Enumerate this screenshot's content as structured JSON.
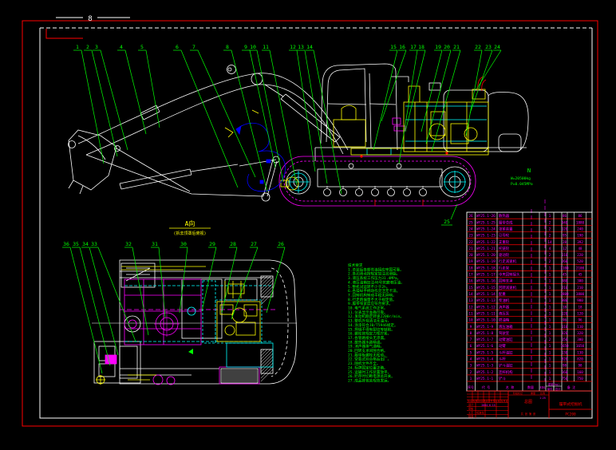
{
  "frame": {
    "top_marker": "8"
  },
  "callouts": {
    "top": [
      "1",
      "2",
      "3",
      "4",
      "5",
      "6",
      "7",
      "8",
      "9",
      "10",
      "11",
      "12",
      "13",
      "14",
      "15",
      "16",
      "17",
      "18",
      "19",
      "20",
      "21",
      "22",
      "23",
      "24"
    ],
    "track": "25",
    "bottom": [
      "36",
      "35",
      "34",
      "33",
      "32",
      "31",
      "30",
      "29",
      "28",
      "27",
      "26"
    ]
  },
  "section": {
    "title": "A向",
    "subtitle": "(拆去顶罩后俯视)"
  },
  "spec_note": {
    "symbol": "N",
    "lines": {
      "l1": "W=20500kg",
      "l2": "P=0.045MPa"
    }
  },
  "notes": [
    "技术要求",
    "1.总装后各部件连接应牢固可靠。",
    "2.各润滑点按规定加注润滑脂。",
    "3.液压系统工作压力31.4MPa。",
    "4.液压油箱加注46号抗磨液压油。",
    "5.整机试运转不少于2h。",
    "6.各操纵手柄动作灵活无卡滞。",
    "7.回转机构转动平稳无异响。",
    "8.行走跑偏量不大于规定值。",
    "9.履带张紧度应符合要求。",
    "10.电气系统工作正常。",
    "11.仪表显示准确可靠。",
    "12.发动机额定转速2200r/min。",
    "13.整机外观清洁无油污。",
    "14.涂漆符合JB/T5946规定。",
    "15.焊缝不得有裂纹等缺陷。",
    "16.螺栓按规定力矩拧紧。",
    "17.各管路接头无渗漏。",
    "18.散热器水路畅通。",
    "19.消声器排气通畅。",
    "20.回转支承间隙合格。",
    "21.履带板螺栓无松动。",
    "22.空载试验合格后出厂。",
    "23.随机文件齐全。",
    "24.标牌固定位置正确。",
    "25.运输时工作装置放平。",
    "26.贮存时切断电源总开关。",
    "27.成品按包装规范发运。"
  ],
  "bom": {
    "headers": {
      "no": "序号",
      "code": "代 号",
      "name": "名 称",
      "qty": "数量",
      "mat": "材料",
      "weight": "重量(kg)",
      "w1": "单件",
      "w2": "总计",
      "note": "备 注"
    },
    "rows": [
      {
        "no": "26",
        "code": "WY25.1-26",
        "name": "散热器",
        "qty": "1",
        "w1": "86",
        "w2": "86"
      },
      {
        "no": "25",
        "code": "WY25.1-25",
        "name": "履带总成",
        "qty": "2",
        "w1": "940",
        "w2": "1880"
      },
      {
        "no": "24",
        "code": "WY25.1-24",
        "name": "张紧装置",
        "qty": "2",
        "w1": "120",
        "w2": "240"
      },
      {
        "no": "23",
        "code": "WY25.1-23",
        "name": "引导轮",
        "qty": "2",
        "w1": "95",
        "w2": "190"
      },
      {
        "no": "22",
        "code": "WY25.1-22",
        "name": "支重轮",
        "qty": "14",
        "w1": "28",
        "w2": "392"
      },
      {
        "no": "21",
        "code": "WY25.1-21",
        "name": "托链轮",
        "qty": "4",
        "w1": "12",
        "w2": "48"
      },
      {
        "no": "20",
        "code": "WY25.1-20",
        "name": "驱动轮",
        "qty": "2",
        "w1": "110",
        "w2": "220"
      },
      {
        "no": "19",
        "code": "WY25.1-19",
        "name": "行走减速机",
        "qty": "2",
        "w1": "260",
        "w2": "520"
      },
      {
        "no": "18",
        "code": "WY25.1-18",
        "name": "行走架",
        "qty": "1",
        "w1": "2100",
        "w2": "2100"
      },
      {
        "no": "17",
        "code": "WY25.1-17",
        "name": "中央回转接头",
        "qty": "1",
        "w1": "45",
        "w2": "45"
      },
      {
        "no": "16",
        "code": "WY25.1-16",
        "name": "回转支承",
        "qty": "1",
        "w1": "380",
        "w2": "380"
      },
      {
        "no": "15",
        "code": "WY25.1-15",
        "name": "回转减速机",
        "qty": "1",
        "w1": "210",
        "w2": "210"
      },
      {
        "no": "14",
        "code": "WY25.1-14",
        "name": "配重",
        "qty": "1",
        "w1": "3800",
        "w2": "3800"
      },
      {
        "no": "13",
        "code": "WY25.1-13",
        "name": "柴油机",
        "qty": "1",
        "w1": "980",
        "w2": "980"
      },
      {
        "no": "12",
        "code": "WY25.1-12",
        "name": "消声器",
        "qty": "1",
        "w1": "18",
        "w2": "18"
      },
      {
        "no": "11",
        "code": "WY25.1-11",
        "name": "液压泵",
        "qty": "1",
        "w1": "120",
        "w2": "120"
      },
      {
        "no": "10",
        "code": "WY25.1-10",
        "name": "燃油箱",
        "qty": "1",
        "w1": "96",
        "w2": "96"
      },
      {
        "no": "9",
        "code": "WY25.1-9",
        "name": "液压油箱",
        "qty": "1",
        "w1": "110",
        "w2": "110"
      },
      {
        "no": "8",
        "code": "WY25.1-8",
        "name": "驾驶室",
        "qty": "1",
        "w1": "320",
        "w2": "320"
      },
      {
        "no": "7",
        "code": "WY25.1-7",
        "name": "动臂油缸",
        "qty": "2",
        "w1": "150",
        "w2": "300"
      },
      {
        "no": "6",
        "code": "WY25.1-6",
        "name": "动臂",
        "qty": "1",
        "w1": "1650",
        "w2": "1650"
      },
      {
        "no": "5",
        "code": "WY25.1-5",
        "name": "斗杆油缸",
        "qty": "1",
        "w1": "130",
        "w2": "130"
      },
      {
        "no": "4",
        "code": "WY25.1-4",
        "name": "斗杆",
        "qty": "1",
        "w1": "820",
        "w2": "820"
      },
      {
        "no": "3",
        "code": "WY25.1-3",
        "name": "铲斗油缸",
        "qty": "1",
        "w1": "98",
        "w2": "98"
      },
      {
        "no": "2",
        "code": "WY25.1-2",
        "name": "连杆机构",
        "qty": "1",
        "w1": "160",
        "w2": "160"
      },
      {
        "no": "1",
        "code": "WY25.1-1",
        "name": "铲斗",
        "qty": "1",
        "w1": "750",
        "w2": "750"
      }
    ]
  },
  "title_block": {
    "mark": "标记",
    "count": "处数",
    "zone": "分区",
    "doc_no": "更改文件号",
    "sign": "签名",
    "date": "年月日",
    "design": "设计",
    "check": "校对",
    "craft": "工艺",
    "approve": "批准",
    "std": "标准化",
    "audit": "审核",
    "stage": "阶段标记",
    "weight": "重量",
    "scale": "比例",
    "scale_val": "1:25",
    "sheet": "共 张 第 张",
    "sign_val": "2004.6.15",
    "mid_label": "总图",
    "name_cell": "履带式挖掘机",
    "model_cell": "PC200"
  }
}
